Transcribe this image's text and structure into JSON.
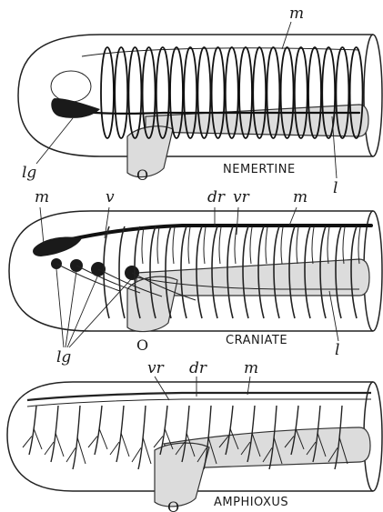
{
  "panels": [
    {
      "caption": "NEMERTINE",
      "labels": {
        "m": "m",
        "lg": "lg",
        "l": "l",
        "mouth": "O"
      }
    },
    {
      "caption": "CRANIATE",
      "labels": {
        "m": "m",
        "v": "v",
        "dr": "dr",
        "vr": "vr",
        "lg": "lg",
        "l": "l",
        "mouth": "O"
      }
    },
    {
      "caption": "AMPHIOXUS",
      "labels": {
        "vr": "vr",
        "dr": "dr",
        "m": "m",
        "mouth": "O"
      }
    }
  ]
}
